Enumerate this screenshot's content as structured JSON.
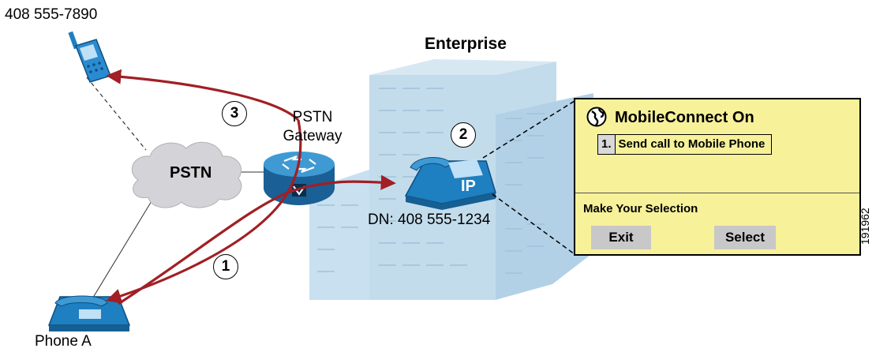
{
  "labels": {
    "mobile_number": "408 555-7890",
    "enterprise": "Enterprise",
    "gateway_line1": "PSTN",
    "gateway_line2": "Gateway",
    "pstn_cloud": "PSTN",
    "dn": "DN: 408 555-1234",
    "phone_a": "Phone A",
    "figure_id": "191962",
    "ip_badge": "IP"
  },
  "steps": [
    "1",
    "2",
    "3"
  ],
  "phone_screen": {
    "title": "MobileConnect On",
    "item_number": "1.",
    "item_text": "Send call to Mobile Phone",
    "prompt": "Make Your Selection",
    "softkeys": [
      "Exit",
      "Select"
    ]
  },
  "colors": {
    "arrow": "#a11f25",
    "building": "#b9d8ea",
    "cloud": "#d4d4d8",
    "device_blue": "#1e7fc1",
    "screen": "#f7f19a"
  }
}
